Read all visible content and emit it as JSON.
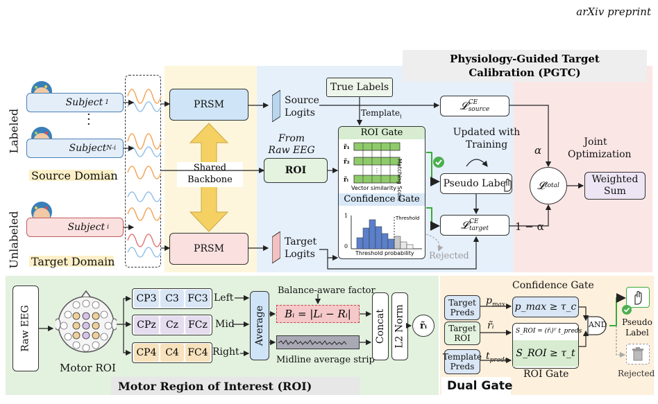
{
  "header": "arXiv preprint",
  "pgtc_title_1": "Physiology-Guided Target",
  "pgtc_title_2": "Calibration (PGTC)",
  "labeled": "Labeled",
  "unlabeled": "Unlabeled",
  "subject_1": "Subject",
  "subject_1_sub": "1",
  "subject_ni": "Subject",
  "subject_ni_sub": "N-i",
  "subject_i": "Subject",
  "subject_i_sub": "i",
  "source_domain": "Source Domian",
  "target_domain": "Target Domain",
  "prsm_top": "PRSM",
  "prsm_bottom": "PRSM",
  "shared_backbone_1": "Shared",
  "shared_backbone_2": "Backbone",
  "source_logits_1": "Source",
  "source_logits_2": "Logits",
  "target_logits_1": "Target",
  "target_logits_2": "Logits",
  "true_labels": "True Labels",
  "template": "Template",
  "template_sub": "i",
  "from_raw_1": "From",
  "from_raw_2": "Raw EEG",
  "roi": "ROI",
  "roi_gate": "ROI Gate",
  "matching_score": "Matching Score",
  "vector_similarity": "Vector similarity",
  "confidence_gate": "Confidence Gate",
  "threshold": "Threshold",
  "threshold_probability": "Threshold probability",
  "y_zero": "0",
  "y_one": "1",
  "rejected_top": "Rejected",
  "updated_1": "Updated with",
  "updated_2": "Training",
  "pseudo_label": "Pseudo Label",
  "loss_source": "𝓛",
  "loss_source_sup": "CE",
  "loss_source_sub": "source",
  "loss_target": "𝓛",
  "loss_target_sup": "CE",
  "loss_target_sub": "target",
  "loss_total": "𝓛",
  "loss_total_sub": "total",
  "alpha": "α",
  "one_minus_alpha": "1 − α",
  "joint_1": "Joint",
  "joint_2": "Optimization",
  "weighted_1": "Weighted",
  "weighted_2": "Sum",
  "raw_eeg": "Raw EEG",
  "motor_roi": "Motor ROI",
  "left_chips": [
    "CP3",
    "C3",
    "FC3"
  ],
  "mid_chips": [
    "CPz",
    "Cz",
    "FCz"
  ],
  "right_chips": [
    "CP4",
    "C4",
    "FC4"
  ],
  "left": "Left",
  "mid": "Mid",
  "right": "Right",
  "average": "Average",
  "balance_factor": "Balance-aware factor",
  "balance_formula": "Bᵢ = |Lᵢ − Rᵢ|",
  "midline_strip": "Midline average strip",
  "concat": "Concat",
  "l2norm": "L2 Norm",
  "r_i": "r̃ᵢ",
  "motor_title": "Motor Region of Interest (ROI)",
  "dual_gate": "Dual Gate",
  "confidence_gate_2": "Confidence Gate",
  "target_preds_1": "Target",
  "target_preds_2": "Preds",
  "target_roi_1": "Target",
  "target_roi_2": "ROI",
  "template_preds_1": "Template",
  "template_preds_2": "Preds",
  "p_max": "p",
  "p_max_sub": "max",
  "r_tilde": "r̃ᵢ",
  "t_preds": "t",
  "t_preds_sub": "preds",
  "cond_conf": "p_max ≥ τ_c",
  "s_roi_formula": "S_ROI = (r̃ᵢ)ᵀ t_preds",
  "cond_roi": "S_ROI ≥ τ_t",
  "roi_gate_2": "ROI Gate",
  "and": "AND",
  "pseudo_label_2a": "Pseudo",
  "pseudo_label_2b": "Label",
  "rejected_2": "Rejected",
  "colors": {
    "yellow": "#fdf6dc",
    "blue": "#e6f0fb",
    "pink": "#fbe6e6",
    "green_bg": "#e3f1df",
    "orange": "#fdf0dc",
    "prsm_top": "#cfe5f7",
    "prsm_bottom": "#fbe0e0",
    "roi_box": "#e4f3df"
  }
}
